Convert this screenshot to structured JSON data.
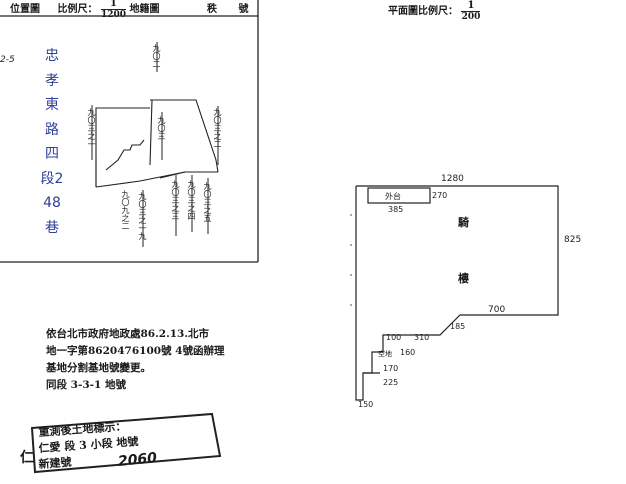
{
  "header_left": {
    "location_map_label": "位置圖",
    "scale_label": "比例尺：",
    "scale_numerator": "1",
    "scale_denominator": "1200",
    "cadastral_label": "地籍圖",
    "sheet_label": "秩",
    "number_label": "號"
  },
  "header_right": {
    "plan_scale_label": "平面圖比例尺：",
    "scale_numerator": "1",
    "scale_denominator": "200"
  },
  "location_map": {
    "left_edge_mark": "2-5",
    "street_chars": [
      "忠",
      "孝",
      "東",
      "路",
      "四",
      "段2",
      "48",
      "巷"
    ],
    "lot_labels": [
      "九〇二",
      "九〇三",
      "九〇三之一",
      "九〇三之二",
      "九〇三之一九",
      "九〇三之三",
      "九〇三之四",
      "九〇三之五",
      "九〇九之二"
    ]
  },
  "floor_plan": {
    "top_dimension": "1280",
    "right_dimension": "825",
    "step_dimension": "700",
    "notch_label": "外台",
    "notch_dims": [
      "270",
      "385"
    ],
    "center_labels": [
      "騎",
      "樓"
    ],
    "small_dims": [
      "100",
      "310",
      "185",
      "160",
      "170",
      "225",
      "150"
    ],
    "corner_label": "空地"
  },
  "note": {
    "lines": [
      "依台北市政府地政處86.2.13.北市",
      "地一字第8620476100號 4號函辦理",
      "基地分割基地號變更。",
      "同段     3-3-1      地號"
    ]
  },
  "stamp": {
    "line1": "重測後土地標示：",
    "line2": "仁愛 段 3 小段  地號",
    "line3": "新建號",
    "handwritten_number": "2060",
    "side_char": "仁"
  }
}
